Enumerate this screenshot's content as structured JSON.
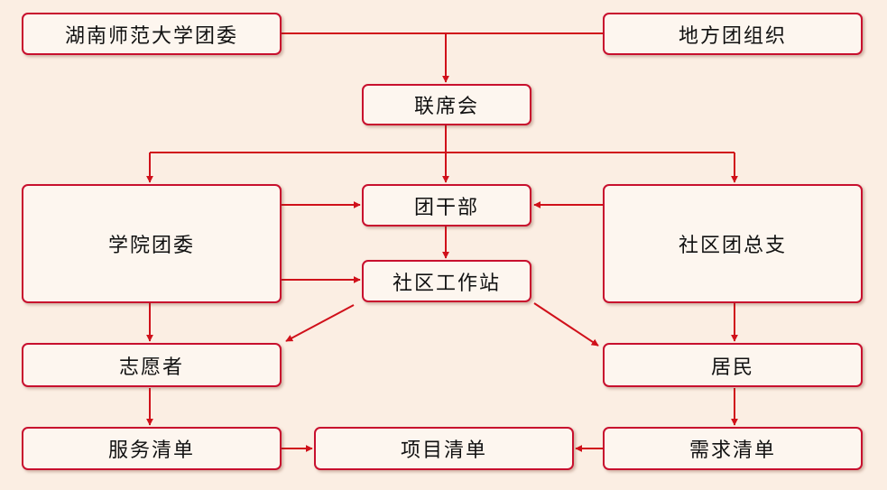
{
  "nodes": {
    "hunan_normal_league": "湖南师范大学团委",
    "local_league": "地方团组织",
    "joint_meeting": "联席会",
    "cadre_dept": "团干部",
    "college_league": "学院团委",
    "community_branch": "社区团总支",
    "community_station": "社区工作站",
    "volunteers": "志愿者",
    "residents": "居民",
    "service_list": "服务清单",
    "project_list": "项目清单",
    "demand_list": "需求清单"
  },
  "colors": {
    "background": "#fbeee3",
    "border": "#c8102e",
    "line": "#d0101a",
    "box_fill": "#fdf6ef"
  }
}
